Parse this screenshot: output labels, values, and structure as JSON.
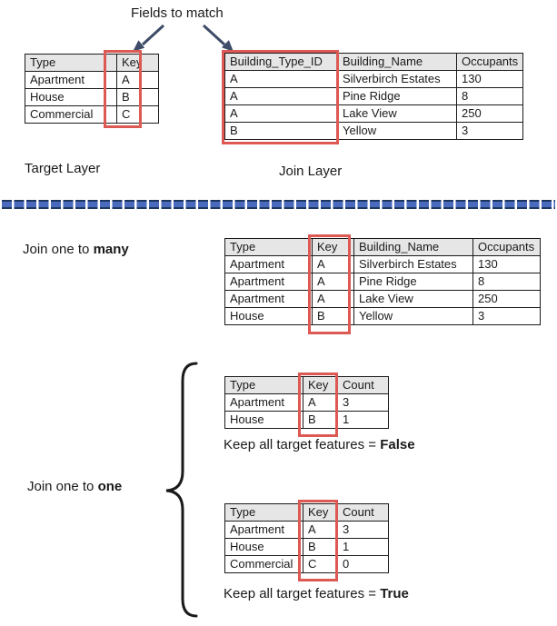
{
  "labels": {
    "fields_to_match": "Fields to match",
    "target_layer": "Target Layer",
    "join_layer": "Join Layer",
    "join_one_to_many_prefix": "Join one to ",
    "join_one_to_many_bold": "many",
    "join_one_to_one_prefix": "Join one to ",
    "join_one_to_one_bold": "one",
    "keep_false_prefix": "Keep all target features = ",
    "keep_false_bold": "False",
    "keep_true_prefix": "Keep all target features = ",
    "keep_true_bold": "True"
  },
  "colors": {
    "highlight_red": "#dc5954",
    "header_gray": "#e7e6e6",
    "arrow_dark_blue": "#3e4c69",
    "divider_dark_blue": "#1d3660",
    "divider_light_blue": "#4a6bbd"
  },
  "icons": {
    "left_arrow": "down-left-arrow",
    "right_arrow": "down-right-arrow",
    "brace": "left-curly-brace"
  },
  "tables": {
    "target": {
      "headers": [
        "Type",
        "Key"
      ],
      "rows": [
        [
          "Apartment",
          "A"
        ],
        [
          "House",
          "B"
        ],
        [
          "Commercial",
          "C"
        ]
      ]
    },
    "join": {
      "headers": [
        "Building_Type_ID",
        "Building_Name",
        "Occupants"
      ],
      "rows": [
        [
          "A",
          "Silverbirch Estates",
          "130"
        ],
        [
          "A",
          "Pine Ridge",
          "8"
        ],
        [
          "A",
          "Lake View",
          "250"
        ],
        [
          "B",
          "Yellow",
          "3"
        ]
      ]
    },
    "one_to_many": {
      "headers": [
        "Type",
        "Key",
        "Building_Name",
        "Occupants"
      ],
      "rows": [
        [
          "Apartment",
          "A",
          "Silverbirch Estates",
          "130"
        ],
        [
          "Apartment",
          "A",
          "Pine Ridge",
          "8"
        ],
        [
          "Apartment",
          "A",
          "Lake View",
          "250"
        ],
        [
          "House",
          "B",
          "Yellow",
          "3"
        ]
      ]
    },
    "one_to_one_false": {
      "headers": [
        "Type",
        "Key",
        "Count"
      ],
      "rows": [
        [
          "Apartment",
          "A",
          "3"
        ],
        [
          "House",
          "B",
          "1"
        ]
      ]
    },
    "one_to_one_true": {
      "headers": [
        "Type",
        "Key",
        "Count"
      ],
      "rows": [
        [
          "Apartment",
          "A",
          "3"
        ],
        [
          "House",
          "B",
          "1"
        ],
        [
          "Commercial",
          "C",
          "0"
        ]
      ]
    }
  }
}
